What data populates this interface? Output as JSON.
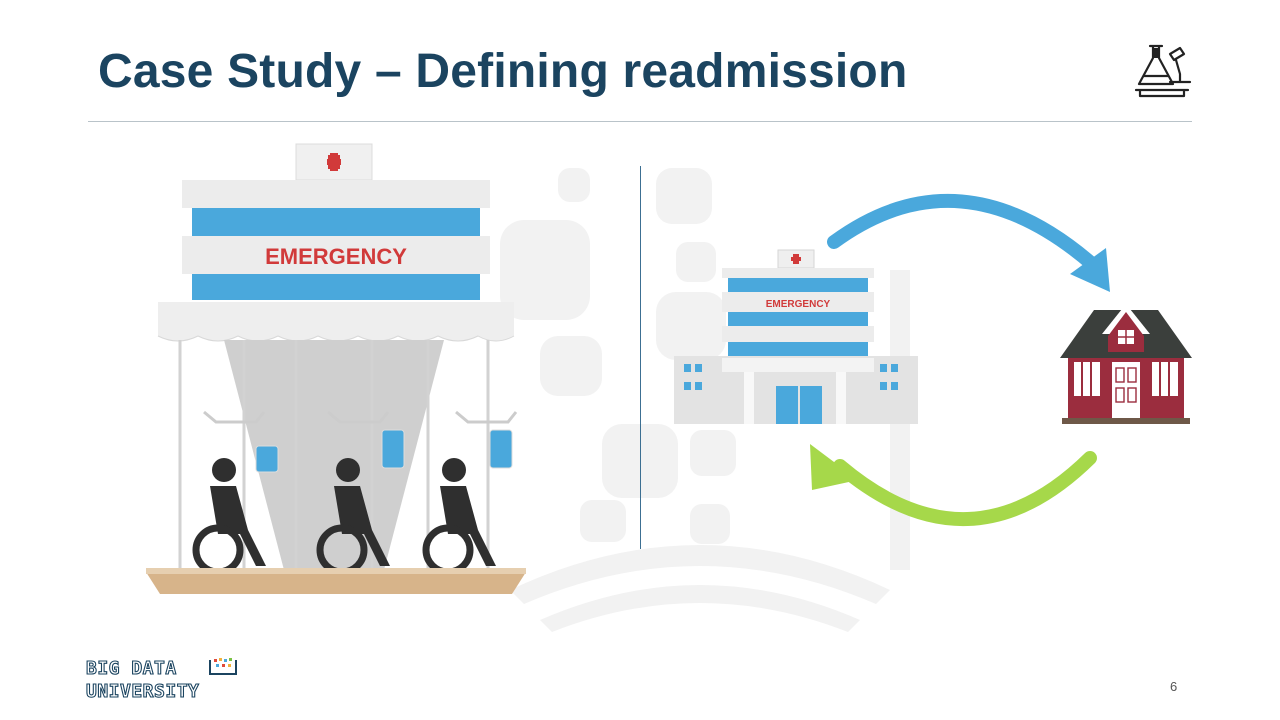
{
  "slide": {
    "title": "Case Study – Defining readmission",
    "page_number": "6"
  },
  "illustrations": {
    "big_hospital_sign": "EMERGENCY",
    "small_hospital_sign": "EMERGENCY"
  },
  "footer": {
    "logo_line1": "BIG DATA",
    "logo_line2": "UNIVERSITY"
  },
  "colors": {
    "title": "#1b4460",
    "hospital_blue": "#4aa8dc",
    "sign_red": "#d13a3a",
    "arrow_blue": "#4aa8dc",
    "arrow_green": "#a6d84a",
    "house_red": "#9b2d3e",
    "house_roof": "#3b3f3c",
    "platform": "#d7b48a",
    "wheelchair": "#2f2f2f"
  }
}
